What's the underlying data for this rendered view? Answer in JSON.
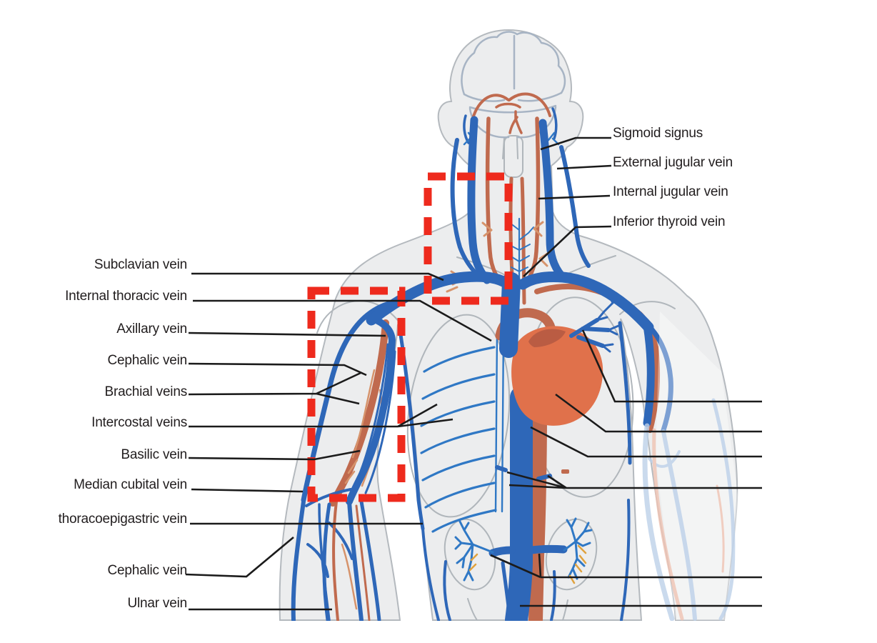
{
  "labels_left": [
    {
      "text": "Subclavian vein"
    },
    {
      "text": "Internal thoracic vein"
    },
    {
      "text": "Axillary vein"
    },
    {
      "text": "Cephalic vein"
    },
    {
      "text": "Brachial veins"
    },
    {
      "text": "Intercostal veins"
    },
    {
      "text": "Basilic vein"
    },
    {
      "text": "Median cubital vein"
    },
    {
      "text": "thoracoepigastric vein"
    },
    {
      "text": "Cephalic vein"
    },
    {
      "text": "Ulnar vein"
    }
  ],
  "labels_right": [
    {
      "text": "Sigmoid signus"
    },
    {
      "text": "External jugular vein"
    },
    {
      "text": "Internal jugular vein"
    },
    {
      "text": "Inferior thyroid vein"
    }
  ],
  "colors": {
    "vein": "#2e67b8",
    "vein_light": "#2f78c5",
    "artery": "#c06a4e",
    "artery_light": "#d6936b",
    "artery_dark": "#b65a42",
    "heart": "#e0714b",
    "body_fill": "#ecedee",
    "body_outline": "#b4b9be",
    "organ_outline": "#b0b6bb",
    "brain_outline": "#a7b4c4",
    "branch_orange": "#e0a23e",
    "faded_vein": "#bdd1e9",
    "faded_artery": "#f0c4b4",
    "annotation_red": "#ee2a1d",
    "callout_black": "#1b1b1b",
    "label_text": "#211d1e",
    "background": "#ffffff"
  }
}
